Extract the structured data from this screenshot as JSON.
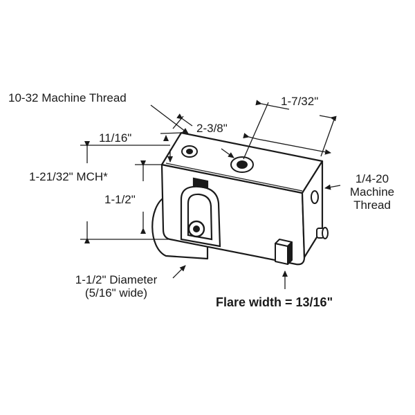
{
  "labels": {
    "machine_thread_10_32": "10-32 Machine Thread",
    "dim_1_7_32": "1-7/32\"",
    "dim_11_16": "11/16\"",
    "dim_2_3_8": "2-3/8\"",
    "dim_mch": "1-21/32\" MCH*",
    "dim_1_1_2": "1-1/2\"",
    "thread_1_4_20_line1": "1/4-20",
    "thread_1_4_20_line2": "Machine",
    "thread_1_4_20_line3": "Thread",
    "diameter_line1": "1-1/2\" Diameter",
    "diameter_line2": "(5/16\" wide)",
    "flare_width": "Flare width = 13/16\""
  },
  "colors": {
    "ink": "#1a1a1a",
    "background": "#ffffff"
  }
}
